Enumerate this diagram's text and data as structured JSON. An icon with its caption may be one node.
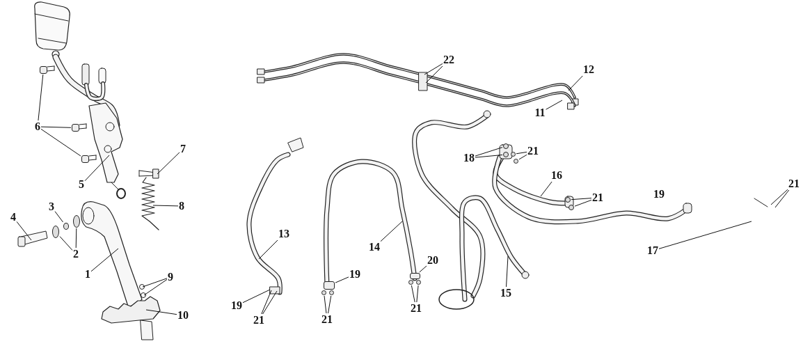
{
  "diagram": {
    "nodes": [
      {
        "text": [
          "22"
        ]
      },
      {
        "text": [
          "12"
        ]
      },
      {
        "text": [
          "11"
        ]
      },
      {
        "text": [
          "6"
        ]
      },
      {
        "text": [
          "7"
        ]
      },
      {
        "text": [
          "18"
        ]
      },
      {
        "text": [
          "21"
        ]
      },
      {
        "text": [
          "16"
        ]
      },
      {
        "text": [
          "5"
        ]
      },
      {
        "text": [
          "21"
        ]
      },
      {
        "text": [
          "21"
        ]
      },
      {
        "text": [
          "8"
        ]
      },
      {
        "text": [
          "3"
        ]
      },
      {
        "text": [
          "4"
        ]
      },
      {
        "text": [
          "13"
        ]
      },
      {
        "text": [
          "14"
        ]
      },
      {
        "text": [
          "17"
        ]
      },
      {
        "text": [
          "2"
        ]
      },
      {
        "text": [
          "20"
        ]
      },
      {
        "text": [
          "1"
        ]
      },
      {
        "text": [
          "19"
        ]
      },
      {
        "text": [
          "9"
        ]
      },
      {
        "text": [
          "15"
        ]
      },
      {
        "text": [
          "19"
        ]
      },
      {
        "text": [
          "21"
        ]
      },
      {
        "text": [
          "10"
        ]
      },
      {
        "text": [
          "21"
        ]
      },
      {
        "text": [
          "21"
        ]
      },
      {
        "text": [],
        "shape": "box"
      },
      {
        "text": [],
        "shape": "box"
      },
      {
        "text": [],
        "shape": "box"
      },
      {
        "text": [],
        "shape": "circle"
      },
      {
        "text": [],
        "shape": "circle"
      },
      {
        "text": [],
        "shape": "circle"
      },
      {
        "text": [],
        "shape": "circle"
      },
      {
        "text": [],
        "shape": "circle"
      },
      {
        "text": [],
        "shape": "circle"
      },
      {
        "text": [],
        "shape": "circle"
      },
      {
        "text": [],
        "shape": "circle"
      },
      {
        "text": [],
        "shape": "circle"
      },
      {
        "text": [],
        "shape": "circle"
      },
      {
        "text": [],
        "shape": "circle"
      },
      {
        "text": [],
        "shape": "circle"
      },
      {
        "text": [],
        "shape": "box"
      },
      {
        "text": [],
        "shape": "box"
      },
      {
        "text": [],
        "shape": "circle"
      }
    ],
    "edges": [
      {
        "from": 0,
        "to": null,
        "arrow": "none"
      },
      {
        "from": 0,
        "to": null,
        "arrow": "none"
      },
      {
        "from": 1,
        "to": null,
        "arrow": "none"
      },
      {
        "from": 2,
        "to": null,
        "arrow": "none"
      },
      {
        "from": 3,
        "to": 28,
        "arrow": "none"
      },
      {
        "from": 3,
        "to": 29,
        "arrow": "none"
      },
      {
        "from": 3,
        "to": 30,
        "arrow": "none"
      },
      {
        "from": 4,
        "to": null,
        "arrow": "none"
      },
      {
        "from": 5,
        "to": 32,
        "arrow": "none"
      },
      {
        "from": 5,
        "to": 33,
        "arrow": "none"
      },
      {
        "from": 6,
        "to": 40,
        "arrow": "none"
      },
      {
        "from": 6,
        "to": 41,
        "arrow": "none"
      },
      {
        "from": 7,
        "to": null,
        "arrow": "none"
      },
      {
        "from": 8,
        "to": null,
        "arrow": "none"
      },
      {
        "from": 9,
        "to": null,
        "arrow": "none"
      },
      {
        "from": 9,
        "to": null,
        "arrow": "none"
      },
      {
        "from": 10,
        "to": 34,
        "arrow": "none"
      },
      {
        "from": 10,
        "to": 35,
        "arrow": "none"
      },
      {
        "from": 11,
        "to": null,
        "arrow": "none"
      },
      {
        "from": 12,
        "to": 42,
        "arrow": "none"
      },
      {
        "from": 13,
        "to": null,
        "arrow": "none"
      },
      {
        "from": 14,
        "to": null,
        "arrow": "none"
      },
      {
        "from": 15,
        "to": null,
        "arrow": "none"
      },
      {
        "from": 16,
        "to": null,
        "arrow": "none"
      },
      {
        "from": 17,
        "to": 31,
        "arrow": "none"
      },
      {
        "from": 17,
        "to": 45,
        "arrow": "none"
      },
      {
        "from": 18,
        "to": 43,
        "arrow": "none"
      },
      {
        "from": 19,
        "to": null,
        "arrow": "none"
      },
      {
        "from": 20,
        "to": 44,
        "arrow": "none"
      },
      {
        "from": 21,
        "to": null,
        "arrow": "none"
      },
      {
        "from": 21,
        "to": null,
        "arrow": "none"
      },
      {
        "from": 22,
        "to": null,
        "arrow": "none"
      },
      {
        "from": 23,
        "to": null,
        "arrow": "none"
      },
      {
        "from": 24,
        "to": 36,
        "arrow": "none"
      },
      {
        "from": 24,
        "to": 37,
        "arrow": "none"
      },
      {
        "from": 25,
        "to": null,
        "arrow": "none"
      },
      {
        "from": 26,
        "to": null,
        "arrow": "none"
      },
      {
        "from": 26,
        "to": null,
        "arrow": "none"
      },
      {
        "from": 27,
        "to": 38,
        "arrow": "none"
      },
      {
        "from": 27,
        "to": 39,
        "arrow": "none"
      }
    ],
    "labels": [
      "19"
    ]
  }
}
